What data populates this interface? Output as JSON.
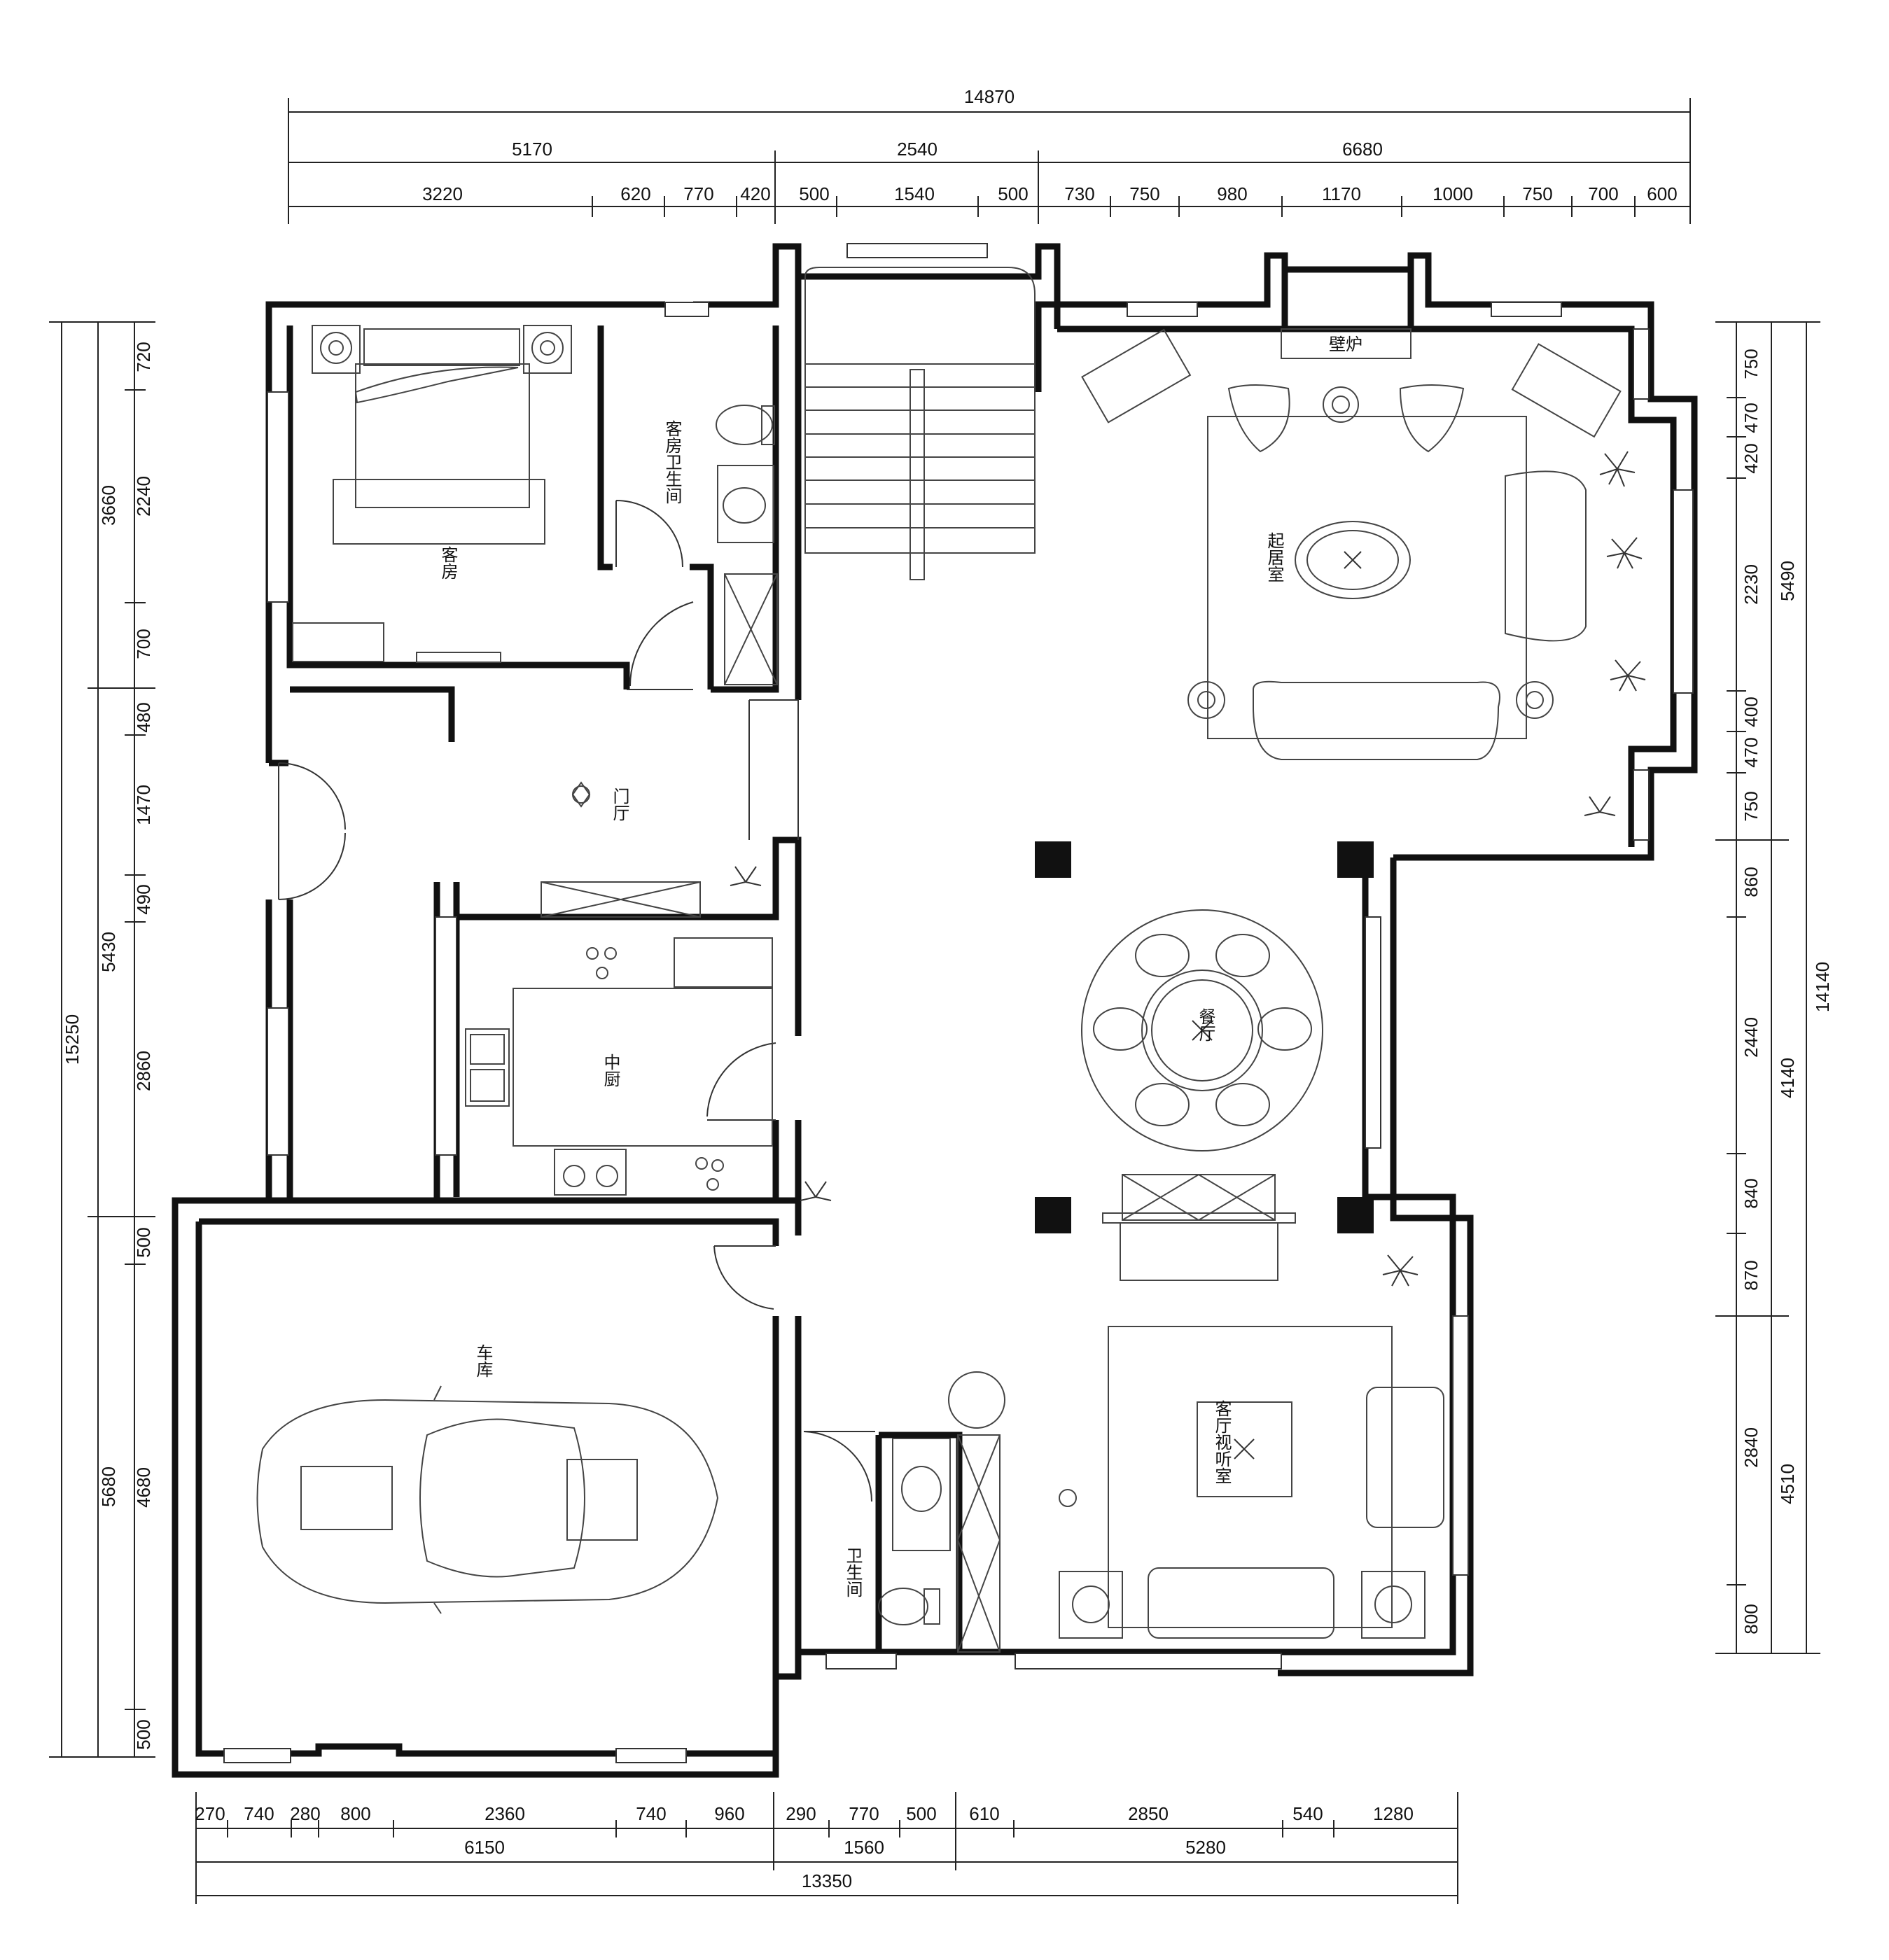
{
  "dims": {
    "top": {
      "total": "14870",
      "sub": [
        "5170",
        "2540",
        "6680"
      ],
      "parts": [
        "3220",
        "620",
        "770",
        "420",
        "500",
        "1540",
        "500",
        "730",
        "750",
        "980",
        "1170",
        "1000",
        "750",
        "700",
        "600"
      ]
    },
    "bottom": {
      "total": "13350",
      "sub": [
        "6150",
        "1560",
        "5280"
      ],
      "parts": [
        "270",
        "740",
        "280",
        "800",
        "2360",
        "740",
        "960",
        "290",
        "770",
        "500",
        "610",
        "2850",
        "540",
        "1280"
      ]
    },
    "left": {
      "total": "15250",
      "sub": [
        "3660",
        "5430",
        "5680"
      ],
      "parts": [
        "720",
        "2240",
        "700",
        "480",
        "1470",
        "490",
        "2860",
        "500",
        "4680",
        "500"
      ]
    },
    "right": {
      "total": "14140",
      "sub": [
        "5490",
        "4140",
        "4510"
      ],
      "parts": [
        "750",
        "470",
        "420",
        "2230",
        "400",
        "470",
        "750",
        "860",
        "2440",
        "840",
        "870",
        "2840",
        "800"
      ]
    }
  },
  "rooms": {
    "guest_room": "客房",
    "guest_bath": "客房卫生间",
    "foyer": "门厅",
    "kitchen": "中厨",
    "garage": "车库",
    "bathroom": "卫生间",
    "dining": "餐厅",
    "living": "客厅视听室",
    "sitting": "起居室",
    "fireplace": "壁炉"
  }
}
